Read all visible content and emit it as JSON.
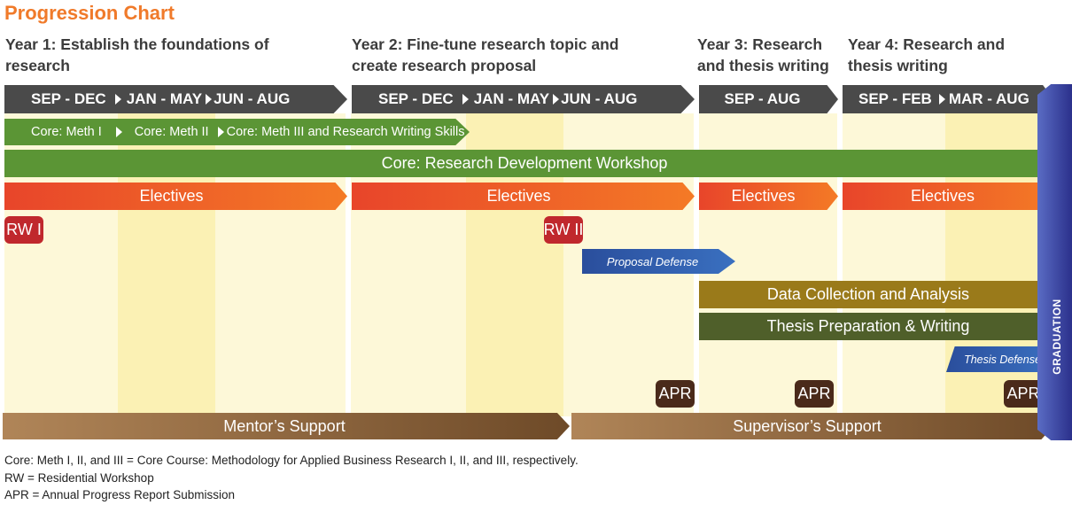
{
  "title": "Progression Chart",
  "years": [
    {
      "line1": "Year 1: Establish the foundations of",
      "line2": "research"
    },
    {
      "line1": "Year 2: Fine-tune research topic and",
      "line2": "create research proposal"
    },
    {
      "line1": "Year 3: Research",
      "line2": "and thesis writing"
    },
    {
      "line1": "Year 4: Research and",
      "line2": "thesis writing"
    }
  ],
  "periods": {
    "y1": [
      "SEP - DEC",
      "JAN - MAY",
      "JUN  - AUG"
    ],
    "y2": [
      "SEP - DEC",
      "JAN - MAY",
      "JUN  - AUG"
    ],
    "y3": [
      "SEP - AUG"
    ],
    "y4": [
      "SEP - FEB",
      "MAR - AUG"
    ]
  },
  "core_meth": [
    "Core: Meth I",
    "Core: Meth II",
    "Core: Meth III and Research Writing Skills"
  ],
  "rdw": "Core: Research Development Workshop",
  "electives": "Electives",
  "rw1": "RW I",
  "rw2": "RW II",
  "proposal_defense": "Proposal Defense",
  "data_collection": "Data Collection and Analysis",
  "thesis_prep": "Thesis Preparation & Writing",
  "thesis_defense": "Thesis Defense",
  "apr": "APR",
  "mentor": "Mentor’s Support",
  "supervisor": "Supervisor’s Support",
  "graduation": "GRADUATION",
  "notes": [
    "Core: Meth I, II, and III = Core Course:  Methodology for Applied Business Research I, II, and III, respectively.",
    "RW = Residential Workshop",
    "APR = Annual Progress Report Submission"
  ],
  "colors": {
    "title": "#f07a2a",
    "period": "#4a4a4a",
    "core": "#5b9535",
    "electives": "#f05a28",
    "rw": "#c0282d",
    "defense": "#2a4e9c",
    "data": "#9a7a1a",
    "thesis": "#4f5f2a",
    "apr": "#4a2a1a",
    "support": "#8a6038",
    "graduation": "#2e3590"
  }
}
